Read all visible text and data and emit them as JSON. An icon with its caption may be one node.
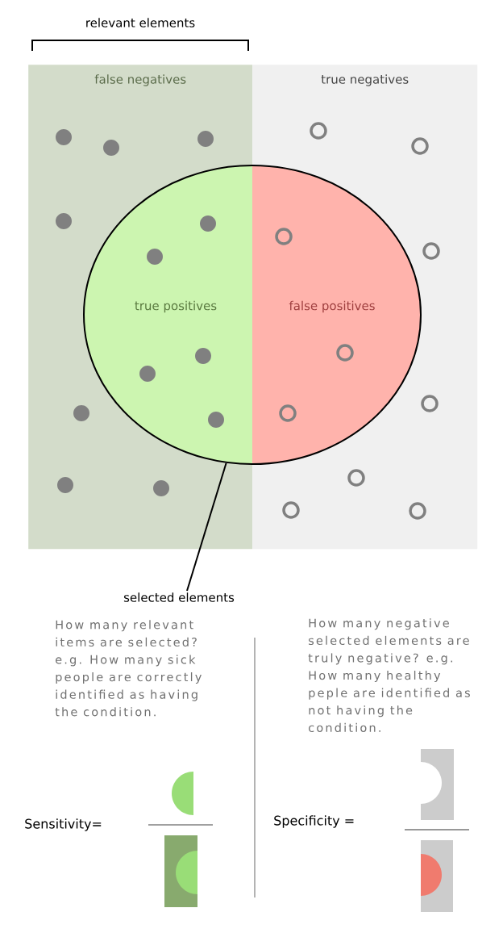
{
  "diagram": {
    "nodes": [
      {
        "text": [
          "false negatives"
        ]
      },
      {
        "text": [
          "true negatives"
        ]
      },
      {
        "text": [],
        "shape": "circle"
      },
      {
        "text": [
          "true positives"
        ]
      },
      {
        "text": [
          "false positives"
        ]
      },
      {
        "text": [
          "selected elements"
        ]
      }
    ],
    "edges": [
      {
        "from": 5,
        "to": 2,
        "arrow": "none"
      }
    ],
    "labels": [
      "relevant elements",
      "How many relevant items are selected? e.g. How many sick people are correctly identified as having the condition.",
      "How many negative selected elements are truly negative? e.g. How many healthy peple are identified as not having the condition.",
      "Sensitivity=",
      "Specificity ="
    ]
  }
}
